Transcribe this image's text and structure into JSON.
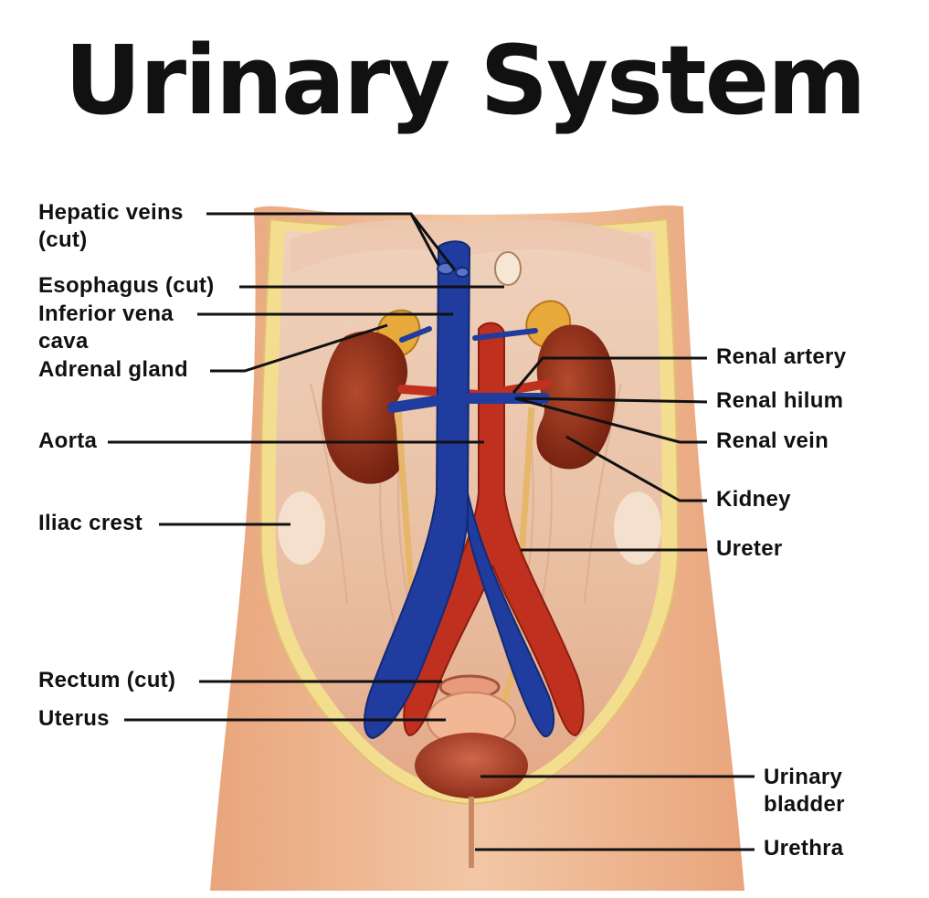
{
  "title": "Urinary System",
  "labels": {
    "hepatic_veins": [
      "Hepatic veins",
      "(cut)"
    ],
    "esophagus": "Esophagus (cut)",
    "inferior_vena_cava": [
      "Inferior vena",
      "cava"
    ],
    "adrenal_gland": "Adrenal gland",
    "aorta": "Aorta",
    "iliac_crest": "Iliac crest",
    "rectum": "Rectum (cut)",
    "uterus": "Uterus",
    "renal_artery": "Renal artery",
    "renal_hilum": "Renal hilum",
    "renal_vein": "Renal vein",
    "kidney": "Kidney",
    "ureter": "Ureter",
    "urinary_bladder": [
      "Urinary",
      "bladder"
    ],
    "urethra": "Urethra"
  },
  "colors": {
    "vein": "#1f3c9e",
    "artery": "#c0301e",
    "kidney": "#8e2a14",
    "ureter": "#e6b76a",
    "skin": "#e7ad86",
    "fat": "#f3dd8f",
    "muscle": "#e8c1a6",
    "bladder": "#b6462d"
  }
}
